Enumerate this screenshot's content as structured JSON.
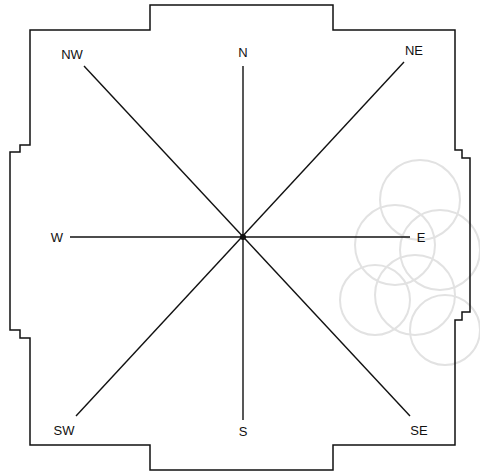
{
  "diagram": {
    "labels": [
      "NW",
      "N",
      "NE",
      "W",
      "E",
      "SW",
      "S",
      "SE"
    ]
  }
}
